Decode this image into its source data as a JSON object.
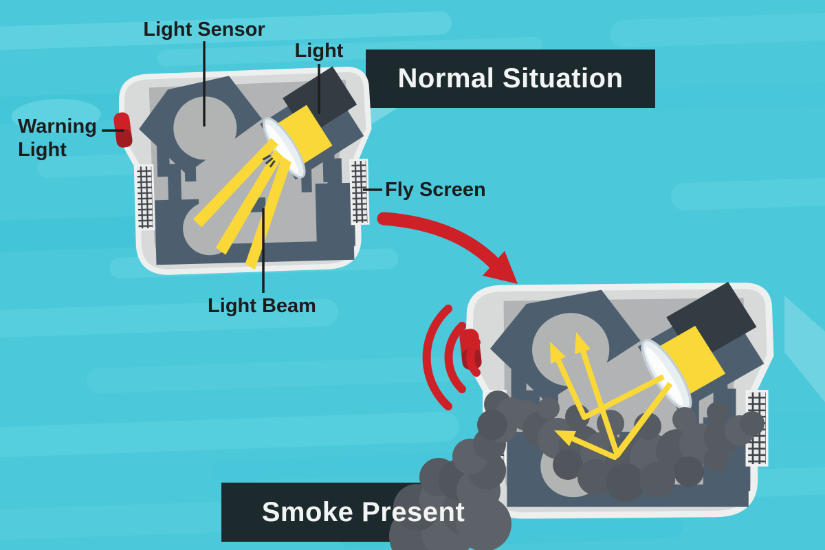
{
  "labels": {
    "light_sensor": "Light Sensor",
    "light": "Light",
    "warning_light": "Warning Light",
    "fly_screen": "Fly Screen",
    "light_beam": "Light Beam"
  },
  "panels": {
    "normal": {
      "title": "Normal Situation"
    },
    "smoke": {
      "title": "Smoke Present"
    }
  },
  "icons": {
    "warning_light": "warning-light-icon",
    "sound_waves": "sound-waves-icon",
    "transition_arrow": "transition-arrow-icon",
    "fly_screen_mesh": "fly-screen-mesh",
    "light_beam": "light-beam",
    "smoke_cloud": "smoke-cloud"
  },
  "colors": {
    "background": "#4bc9da",
    "housing": "#d8d9d9",
    "housing_rim": "#eef0f0",
    "chamber": "#b1b3b4",
    "component": "#4d5f6f",
    "component_light": "#b2b4b4",
    "component_dark": "#333c43",
    "beam": "#f9d838",
    "alert_red": "#ce2127",
    "alert_red_dark": "#9e1c22",
    "smoke": "#5d6168",
    "panel_label_bg": "#1d2a2d",
    "label_text": "#1c1c1c",
    "title_text": "#f3f4f4"
  }
}
